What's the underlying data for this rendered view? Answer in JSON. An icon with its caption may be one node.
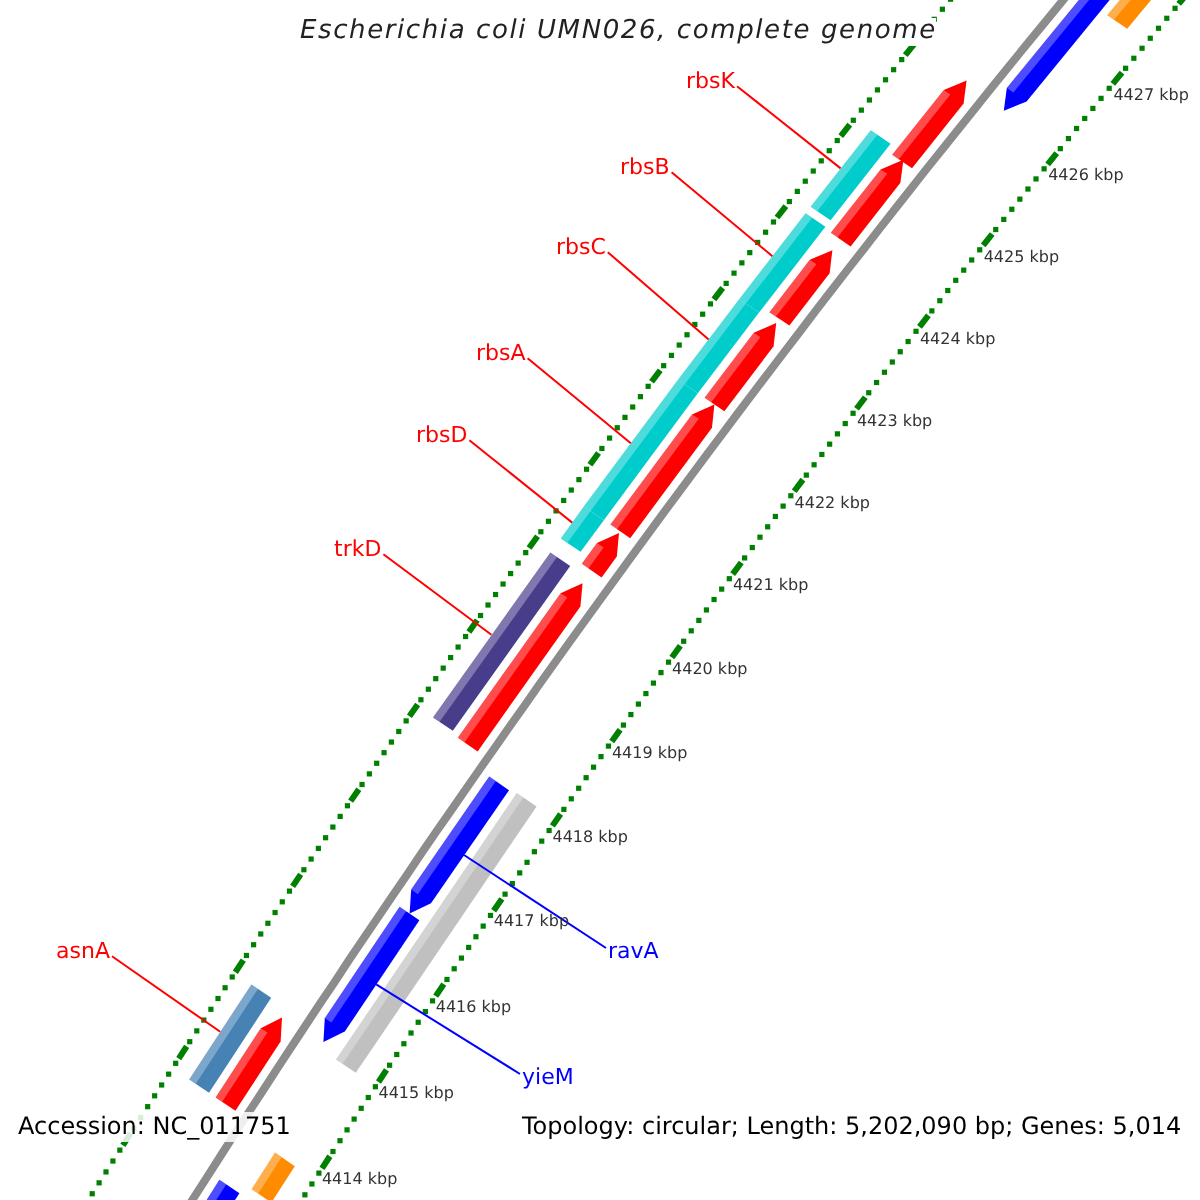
{
  "diagram": {
    "title": "Escherichia coli UMN026, complete genome",
    "nodes": [
      {
        "text": [
          "rbsK"
        ]
      },
      {
        "text": [
          "rbsB"
        ]
      },
      {
        "text": [
          "rbsC"
        ]
      },
      {
        "text": [
          "rbsA"
        ]
      },
      {
        "text": [
          "rbsD"
        ]
      },
      {
        "text": [
          "trkD"
        ]
      },
      {
        "text": [
          "ravA"
        ]
      },
      {
        "text": [
          "asnA"
        ]
      },
      {
        "text": [
          "yieM"
        ]
      },
      {
        "text": [],
        "shape": "bar"
      },
      {
        "text": [],
        "shape": "arrow"
      },
      {
        "text": [],
        "shape": "arrow"
      },
      {
        "text": [],
        "shape": "bar"
      },
      {
        "text": [],
        "shape": "arrow"
      },
      {
        "text": [],
        "shape": "bar"
      },
      {
        "text": [],
        "shape": "arrow"
      },
      {
        "text": [],
        "shape": "bar"
      },
      {
        "text": [],
        "shape": "arrow"
      },
      {
        "text": [],
        "shape": "bar"
      },
      {
        "text": [],
        "shape": "arrow"
      },
      {
        "text": [],
        "shape": "bar"
      },
      {
        "text": [],
        "shape": "arrow"
      },
      {
        "text": [],
        "shape": "bar"
      },
      {
        "text": [],
        "shape": "arrow"
      },
      {
        "text": [],
        "shape": "arrow"
      },
      {
        "text": [],
        "shape": "bar"
      },
      {
        "text": [],
        "shape": "arrow"
      },
      {
        "text": [],
        "shape": "bar"
      },
      {
        "text": [],
        "shape": "arrow"
      },
      {
        "text": [],
        "shape": "bar"
      },
      {
        "text": [],
        "shape": "arrow"
      }
    ],
    "edges": [
      {
        "from": 0,
        "to": 12,
        "arrow": "none"
      },
      {
        "from": 1,
        "to": 14,
        "arrow": "none"
      },
      {
        "from": 2,
        "to": 16,
        "arrow": "none"
      },
      {
        "from": 3,
        "to": 18,
        "arrow": "none"
      },
      {
        "from": 4,
        "to": 20,
        "arrow": "none"
      },
      {
        "from": 5,
        "to": 22,
        "arrow": "none"
      },
      {
        "from": 6,
        "to": 24,
        "arrow": "none",
        "color": "#0000ff"
      },
      {
        "from": 7,
        "to": 27,
        "arrow": "none"
      },
      {
        "from": 8,
        "to": 26,
        "arrow": "none",
        "color": "#0000ff"
      }
    ],
    "labels": [
      "4427 kbp",
      "4426 kbp",
      "4425 kbp",
      "4424 kbp",
      "4423 kbp",
      "4422 kbp",
      "4421 kbp",
      "4420 kbp",
      "4419 kbp",
      "4418 kbp",
      "4417 kbp",
      "4416 kbp",
      "4415 kbp",
      "4414 kbp",
      "Accession: NC_011751",
      "Topology: circular; Length: 5,202,090 bp; Genes: 5,014"
    ]
  }
}
